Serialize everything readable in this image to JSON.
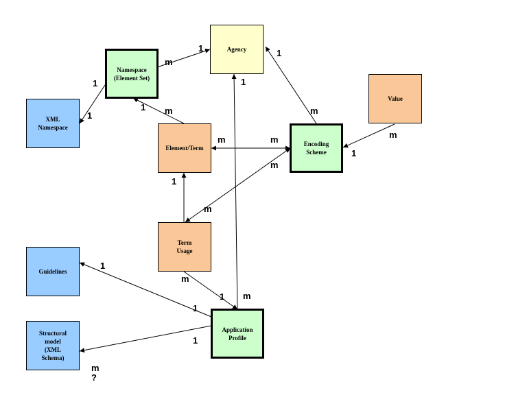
{
  "colors": {
    "yellow": "#ffffcc",
    "green": "#ccffcc",
    "orange": "#fac898",
    "blue": "#99ccff",
    "line": "#000000"
  },
  "nodes": {
    "agency": "Agency",
    "namespace": "Namespace\n(Element Set)",
    "xml_namespace": "XML\nNamespace",
    "element_term": "Element/Term",
    "encoding_scheme": "Encoding\nScheme",
    "value": "Value",
    "term_usage": "Term\nUsage",
    "guidelines": "Guidelines",
    "application_profile": "Application\nProfile",
    "structural_model": "Structural\nmodel\n(XML\nSchema)"
  },
  "cardinalities": {
    "namespace_agency_m": "m",
    "namespace_agency_1": "1",
    "namespace_xmlns_1a": "1",
    "namespace_xmlns_1b": "1",
    "element_namespace_1": "1",
    "element_namespace_m": "m",
    "encoding_agency_1": "1",
    "encoding_agency_m": "m",
    "profile_agency_1": "1",
    "profile_agency_m": "m",
    "value_encoding_m": "m",
    "value_encoding_1": "1",
    "element_encoding_m1": "m",
    "element_encoding_m2": "m",
    "usage_encoding_m1": "m",
    "usage_encoding_m2": "m",
    "element_usage_1": "1",
    "usage_profile_m": "m",
    "usage_profile_1": "1",
    "guidelines_profile_1a": "1",
    "guidelines_profile_1b": "1",
    "structural_profile_1": "1",
    "structural_profile_m": "m",
    "structural_profile_q": "?"
  }
}
